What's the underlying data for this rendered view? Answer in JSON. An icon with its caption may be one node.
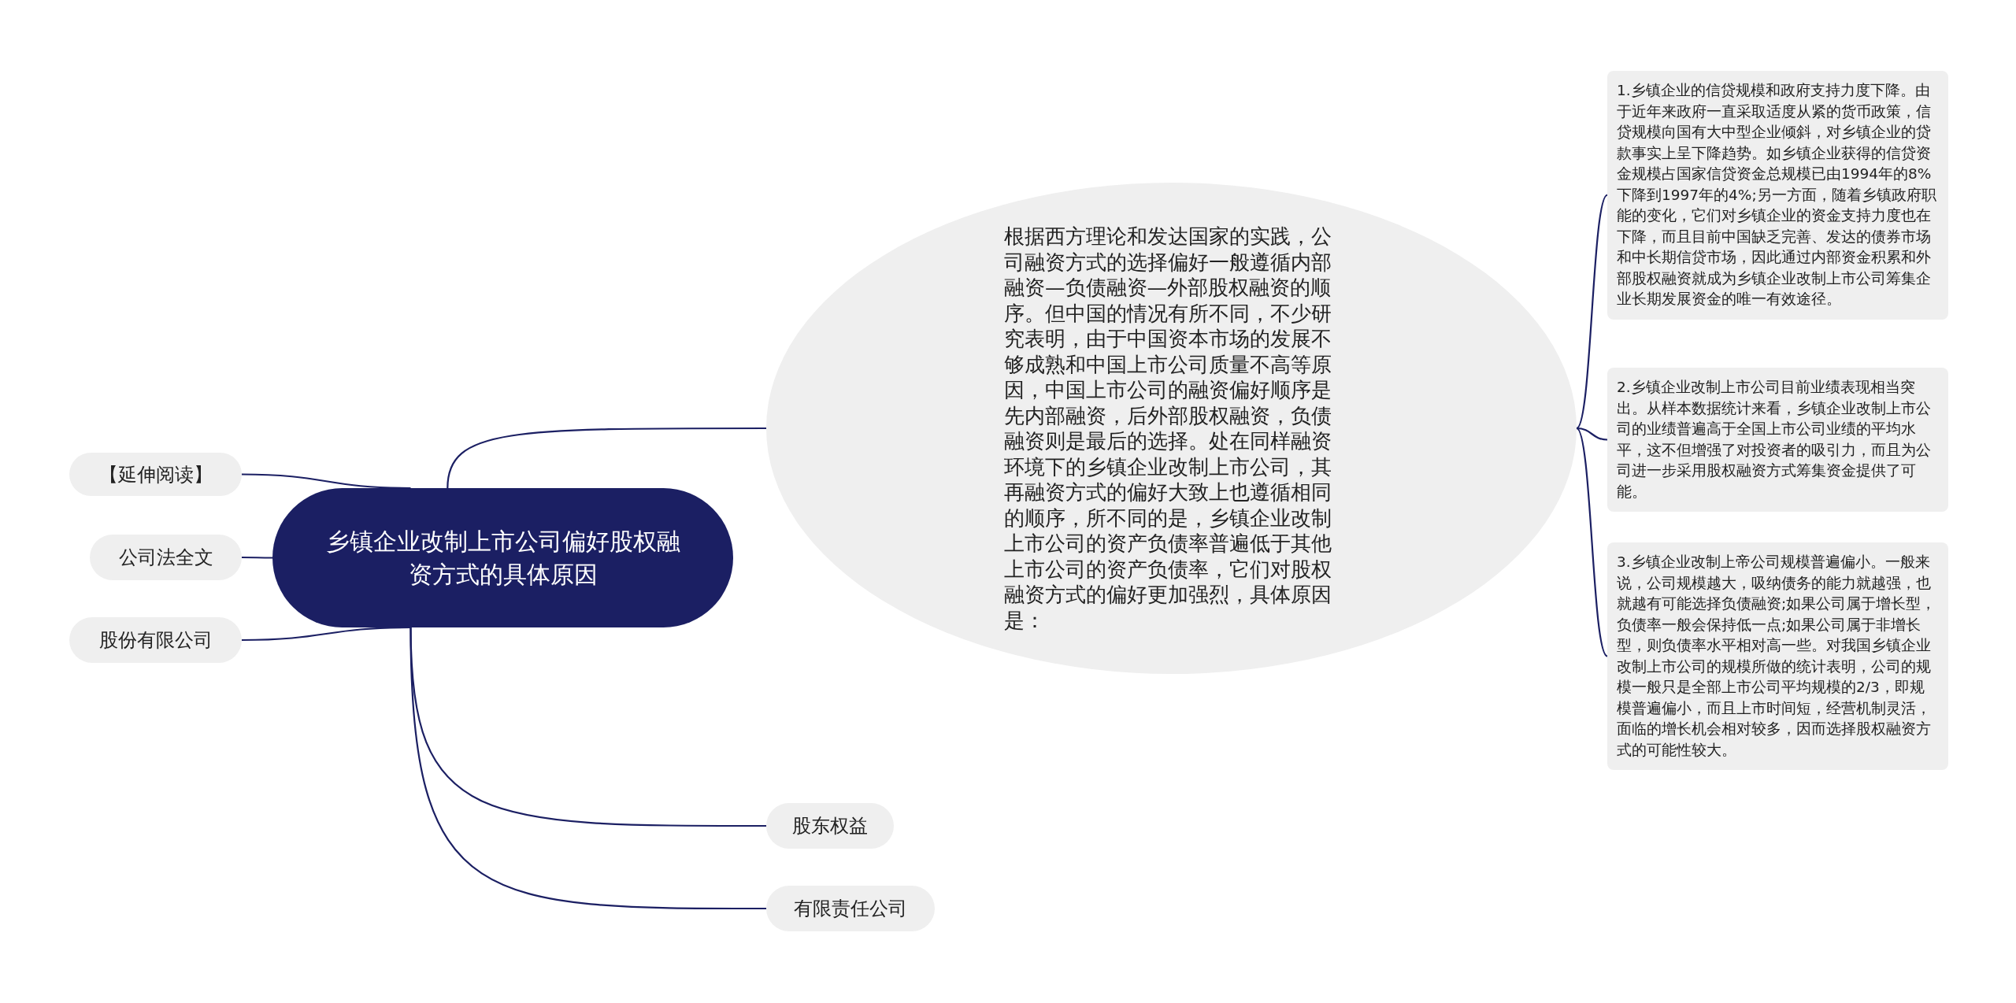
{
  "diagram": {
    "nodes": [
      {
        "text": [
          "乡镇企业改制上市公司偏好股权融资方式的具体原因"
        ]
      },
      {
        "text": [
          "【延伸阅读】"
        ]
      },
      {
        "text": [
          "公司法全文"
        ]
      },
      {
        "text": [
          "股份有限公司"
        ]
      },
      {
        "text": [
          "根据西方理论和发达国家的实践，公司融资方式的选择偏好一般遵循内部融资—负债融资—外部股权融资的顺序。但中国的情况有所不同，不少研究表明，由于中国资本市场的发展不够成熟和中国上市公司质量不高等原因，中国上市公司的融资偏好顺序是先内部融资，后外部股权融资，负债融资则是最后的选择。处在同样融资环境下的乡镇企业改制上市公司，其再融资方式的偏好大致上也遵循相同的顺序，所不同的是，乡镇企业改制上市公司的资产负债率普遍低于其他上市公司的资产负债率，它们对股权融资方式的偏好更加强烈，具体原因是："
        ]
      },
      {
        "text": [
          "1.乡镇企业的信贷规模和政府支持力度下降。由于近年来政府一直采取适度从紧的货币政策，信贷规模向国有大中型企业倾斜，对乡镇企业的贷款事实上呈下降趋势。如乡镇企业获得的信贷资金规模占国家信贷资金总规模已由1994年的8%下降到1997年的4%;另一方面，随着乡镇政府职能的变化，它们对乡镇企业的资金支持力度也在下降，而且目前中国缺乏完善、发达的债券市场和中长期信贷市场，因此通过内部资金积累和外部股权融资就成为乡镇企业改制上市公司筹集企业长期发展资金的唯一有效途径。"
        ]
      },
      {
        "text": [
          "2.乡镇企业改制上市公司目前业绩表现相当突出。从样本数据统计来看，乡镇企业改制上市公司的业绩普遍高于全国上市公司业绩的平均水平，这不但增强了对投资者的吸引力，而且为公司进一步采用股权融资方式筹集资金提供了可能。"
        ]
      },
      {
        "text": [
          "3.乡镇企业改制上帝公司规模普遍偏小。一般来说，公司规模越大，吸纳债务的能力就越强，也就越有可能选择负债融资;如果公司属于增长型，负债率一般会保持低一点;如果公司属于非增长型，则负债率水平相对高一些。对我国乡镇企业改制上市公司的规模所做的统计表明，公司的规模一般只是全部上市公司平均规模的2/3，即规模普遍偏小，而且上市时间短，经营机制灵活，面临的增长机会相对较多，因而选择股权融资方式的可能性较大。"
        ]
      },
      {
        "text": [
          "股东权益"
        ]
      },
      {
        "text": [
          "有限责任公司"
        ]
      }
    ],
    "edges": [
      {
        "from": 0,
        "to": 1,
        "arrow": "none"
      },
      {
        "from": 0,
        "to": 2,
        "arrow": "none"
      },
      {
        "from": 0,
        "to": 3,
        "arrow": "none"
      },
      {
        "from": 0,
        "to": 4,
        "arrow": "none"
      },
      {
        "from": 0,
        "to": 8,
        "arrow": "none"
      },
      {
        "from": 0,
        "to": 9,
        "arrow": "none"
      },
      {
        "from": 4,
        "to": 5,
        "arrow": "none"
      },
      {
        "from": 4,
        "to": 6,
        "arrow": "none"
      },
      {
        "from": 4,
        "to": 7,
        "arrow": "none"
      }
    ]
  }
}
